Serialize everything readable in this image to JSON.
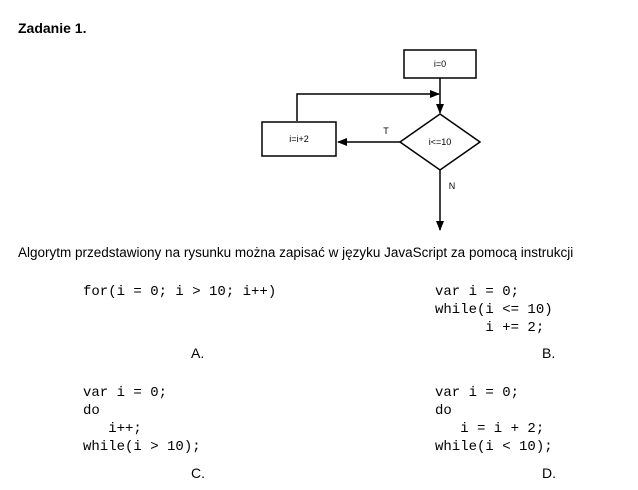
{
  "task": {
    "title": "Zadanie 1.",
    "question": "Algorytm przedstawiony na rysunku można zapisać w języku JavaScript za pomocą instrukcji"
  },
  "flowchart": {
    "start_box": "i=0",
    "condition": "i<=10",
    "action_box": "i=i+2",
    "true_label": "T",
    "false_label": "N"
  },
  "options": [
    {
      "label": "A.",
      "code": "for(i = 0; i > 10; i++)"
    },
    {
      "label": "B.",
      "code": "var i = 0;\nwhile(i <= 10)\n      i += 2;"
    },
    {
      "label": "C.",
      "code": "var i = 0;\ndo\n   i++;\nwhile(i > 10);"
    },
    {
      "label": "D.",
      "code": "var i = 0;\ndo\n   i = i + 2;\nwhile(i < 10);"
    }
  ]
}
